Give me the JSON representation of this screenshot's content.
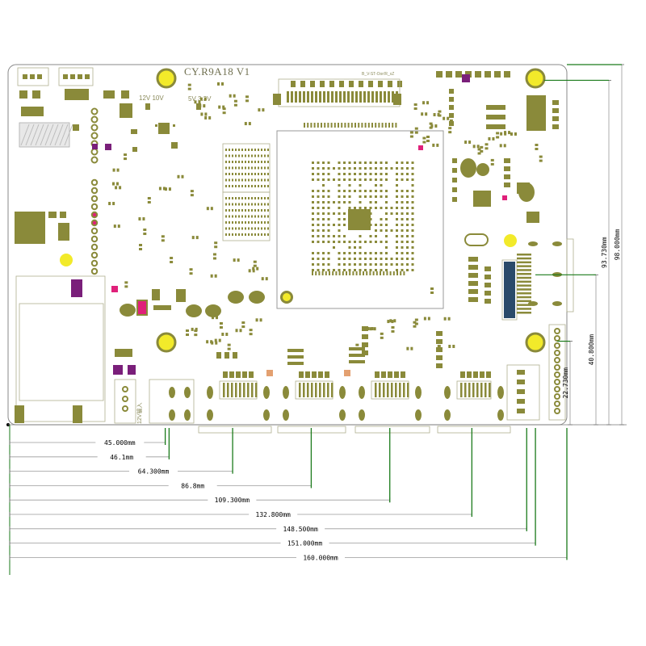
{
  "board": {
    "title": "CY.R9A18 V1",
    "silk_labels": [
      "12V 10V",
      "5V 3.3V",
      "12V输入",
      "B_V-ST-Oor/R_xZ"
    ],
    "board_color": "#ffffff",
    "pad_color": "#8a8a3a",
    "trace_color": "#b0b090",
    "accent_purple": "#7a1f7a",
    "accent_pink": "#e0207a",
    "mount_hole_color": "#f2ea2a"
  },
  "dimension_lines": {
    "line_color": "#1a7a1a",
    "horizontal": [
      {
        "label": "45.000mm",
        "value": 45.0
      },
      {
        "label": "46.1mm",
        "value": 46.1
      },
      {
        "label": "64.300mm",
        "value": 64.3
      },
      {
        "label": "86.8mm",
        "value": 86.8
      },
      {
        "label": "109.300mm",
        "value": 109.3
      },
      {
        "label": "132.800mm",
        "value": 132.8
      },
      {
        "label": "148.500mm",
        "value": 148.5
      },
      {
        "label": "151.000mm",
        "value": 151.0
      },
      {
        "label": "160.000mm",
        "value": 160.0
      }
    ],
    "vertical": [
      {
        "label": "22.730mm",
        "value": 22.73
      },
      {
        "label": "40.800mm",
        "value": 40.8
      },
      {
        "label": "93.730mm",
        "value": 93.73
      },
      {
        "label": "98.000mm",
        "value": 98.0
      }
    ]
  }
}
